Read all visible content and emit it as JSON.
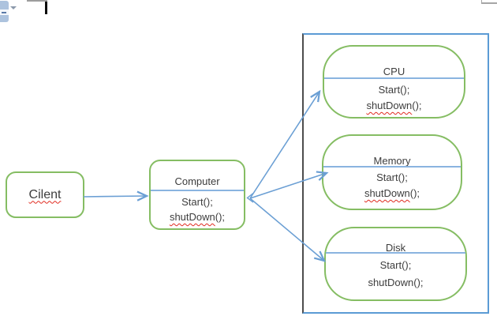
{
  "window_artifacts": {
    "top_left_icon": "paste-clipboard-icon-fragment",
    "dropdown_icon": "chevron-down",
    "cursor": "text-insertion-cursor",
    "ruler_fragment": "gray-ruler-corner"
  },
  "diagram": {
    "client": {
      "label": "Cilent",
      "misspelled": true
    },
    "computer": {
      "title": "Computer",
      "method1": "Start();",
      "method2_word": "shutDown",
      "method2_tail": "();",
      "misspelled": true
    },
    "subsystem": [
      {
        "title": "CPU",
        "method1": "Start();",
        "method2_word": "shutDown",
        "method2_tail": "();",
        "misspelled": true
      },
      {
        "title": "Memory",
        "method1": "Start();",
        "method2_word": "shutDown",
        "method2_tail": "();",
        "misspelled": true
      },
      {
        "title": "Disk",
        "method1": "Start();",
        "method2_word": "shutDown();",
        "method2_tail": "",
        "misspelled": false
      }
    ],
    "relations": [
      "Cilent -> Computer",
      "Computer -> CPU",
      "Computer -> Memory",
      "Computer -> Disk"
    ],
    "colors": {
      "node_border": "#85bd63",
      "connector": "#6b9fd4",
      "divider": "#8ab4e0",
      "container_border": "#5b9bd5",
      "container_left_border": "#4d4d4d",
      "squiggle": "#e02b20",
      "text": "#3d3d3d"
    }
  }
}
